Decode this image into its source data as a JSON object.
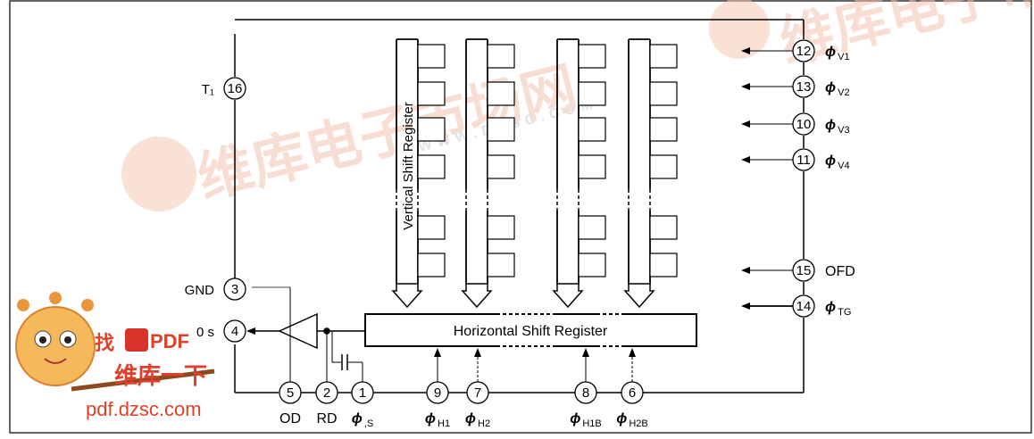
{
  "diagram": {
    "vertical_register_label": "Vertical  Shift  Register",
    "horizontal_register_label": "Horizontal  Shift  Register",
    "left_pins": [
      {
        "number": "16",
        "label": "T₁"
      },
      {
        "number": "3",
        "label": "GND"
      },
      {
        "number": "4",
        "label": "0 s"
      }
    ],
    "right_pins": [
      {
        "number": "12",
        "label_sym": "ϕ",
        "label_sub": "V1"
      },
      {
        "number": "13",
        "label_sym": "ϕ",
        "label_sub": "V2"
      },
      {
        "number": "10",
        "label_sym": "ϕ",
        "label_sub": "V3"
      },
      {
        "number": "11",
        "label_sym": "ϕ",
        "label_sub": "V4"
      },
      {
        "number": "15",
        "label_sym": "OFD",
        "label_sub": ""
      },
      {
        "number": "14",
        "label_sym": "ϕ",
        "label_sub": "TG"
      }
    ],
    "bottom_pins": [
      {
        "number": "5",
        "label_sym": "OD",
        "label_sub": ""
      },
      {
        "number": "2",
        "label_sym": "RD",
        "label_sub": ""
      },
      {
        "number": "1",
        "label_sym": "ϕ",
        "label_sub": ",S"
      },
      {
        "number": "9",
        "label_sym": "ϕ",
        "label_sub": "H1"
      },
      {
        "number": "7",
        "label_sym": "ϕ",
        "label_sub": "H2"
      },
      {
        "number": "8",
        "label_sym": "ϕ",
        "label_sub": "H1B"
      },
      {
        "number": "6",
        "label_sym": "ϕ",
        "label_sub": "H2B"
      }
    ]
  },
  "watermark": {
    "brand_cn": "维库电子市场网",
    "brand_url": "WWW.DZSC.COM",
    "badge_prefix": "找",
    "badge_pdf": "PDF",
    "badge_cn": "维库一下",
    "site": "pdf.dzsc.com"
  }
}
